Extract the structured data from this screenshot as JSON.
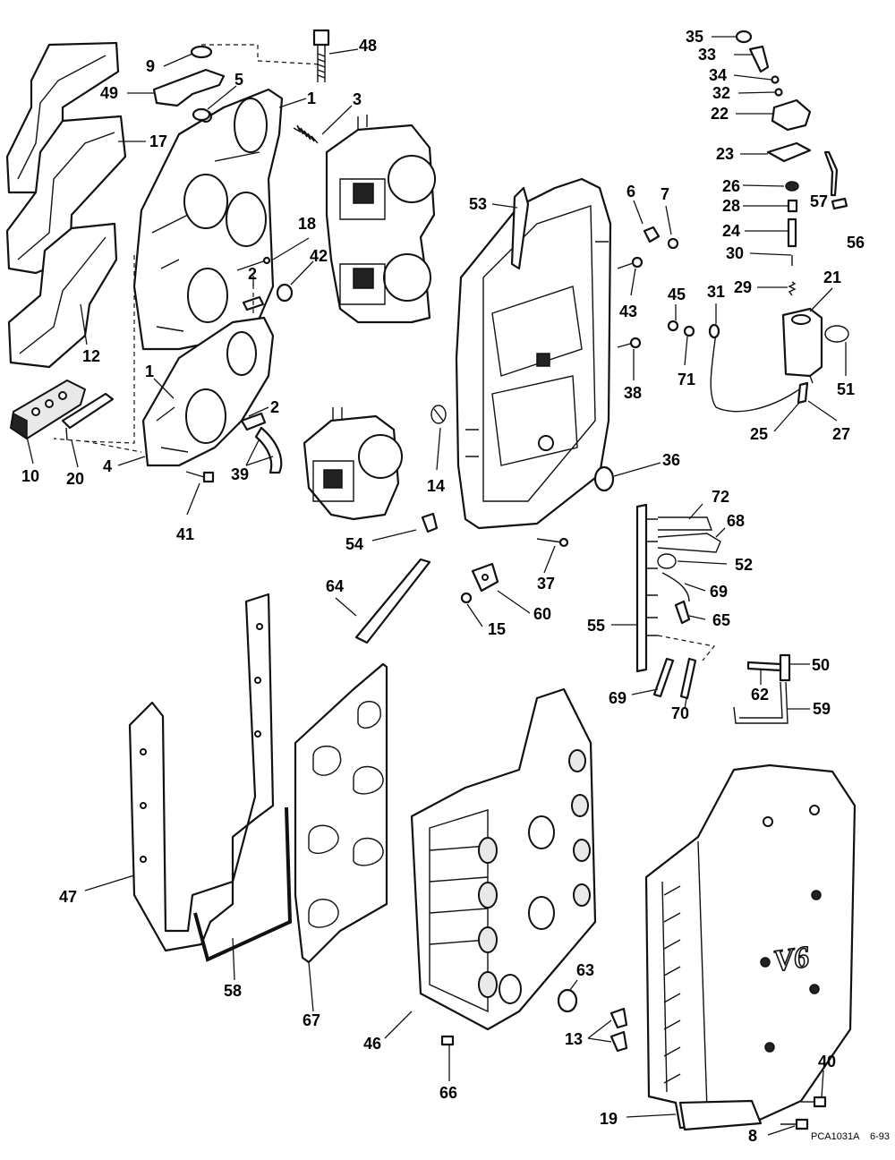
{
  "callouts": {
    "c35": "35",
    "c33": "33",
    "c34": "34",
    "c32": "32",
    "c22": "22",
    "c23": "23",
    "c26": "26",
    "c57": "57",
    "c28": "28",
    "c24": "24",
    "c56": "56",
    "c30": "30",
    "c29": "29",
    "c21": "21",
    "c31": "31",
    "c45": "45",
    "c71": "71",
    "c51": "51",
    "c25": "25",
    "c27": "27",
    "c9": "9",
    "c48": "48",
    "c49": "49",
    "c5": "5",
    "c1a": "1",
    "c3": "3",
    "c17": "17",
    "c18": "18",
    "c42": "42",
    "c2a": "2",
    "c12": "12",
    "c1b": "1",
    "c2b": "2",
    "c10": "10",
    "c20": "20",
    "c4": "4",
    "c39": "39",
    "c41": "41",
    "c53": "53",
    "c6": "6",
    "c7": "7",
    "c43": "43",
    "c38": "38",
    "c14": "14",
    "c36": "36",
    "c54": "54",
    "c37": "37",
    "c60": "60",
    "c15": "15",
    "c64": "64",
    "c72": "72",
    "c68": "68",
    "c52": "52",
    "c69a": "69",
    "c65": "65",
    "c55": "55",
    "c50": "50",
    "c62": "62",
    "c69b": "69",
    "c70": "70",
    "c59": "59",
    "c47": "47",
    "c58": "58",
    "c67": "67",
    "c46": "46",
    "c66": "66",
    "c63": "63",
    "c13": "13",
    "c40": "40",
    "c19": "19",
    "c8": "8"
  },
  "cover_logo": "V6",
  "footer": {
    "code": "PCA1031A",
    "date": "6-93"
  }
}
